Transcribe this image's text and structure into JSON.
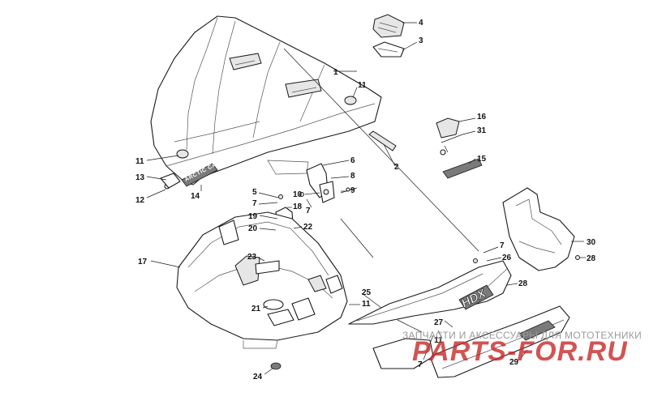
{
  "diagram": {
    "callouts": [
      {
        "id": "1",
        "label": "1"
      },
      {
        "id": "2",
        "label": "2"
      },
      {
        "id": "3",
        "label": "3"
      },
      {
        "id": "4",
        "label": "4"
      },
      {
        "id": "5",
        "label": "5"
      },
      {
        "id": "6",
        "label": "6"
      },
      {
        "id": "7a",
        "label": "7"
      },
      {
        "id": "7b",
        "label": "7"
      },
      {
        "id": "7c",
        "label": "7"
      },
      {
        "id": "7d",
        "label": "7"
      },
      {
        "id": "8",
        "label": "8"
      },
      {
        "id": "9",
        "label": "9"
      },
      {
        "id": "10",
        "label": "10"
      },
      {
        "id": "11a",
        "label": "11"
      },
      {
        "id": "11b",
        "label": "11"
      },
      {
        "id": "11c",
        "label": "11"
      },
      {
        "id": "11d",
        "label": "11"
      },
      {
        "id": "12",
        "label": "12"
      },
      {
        "id": "13",
        "label": "13"
      },
      {
        "id": "14",
        "label": "14"
      },
      {
        "id": "15",
        "label": "15"
      },
      {
        "id": "16",
        "label": "16"
      },
      {
        "id": "17",
        "label": "17"
      },
      {
        "id": "18",
        "label": "18"
      },
      {
        "id": "19",
        "label": "19"
      },
      {
        "id": "20",
        "label": "20"
      },
      {
        "id": "21",
        "label": "21"
      },
      {
        "id": "22",
        "label": "22"
      },
      {
        "id": "23",
        "label": "23"
      },
      {
        "id": "24",
        "label": "24"
      },
      {
        "id": "25",
        "label": "25"
      },
      {
        "id": "26",
        "label": "26"
      },
      {
        "id": "27",
        "label": "27"
      },
      {
        "id": "28a",
        "label": "28"
      },
      {
        "id": "28b",
        "label": "28"
      },
      {
        "id": "29",
        "label": "29"
      },
      {
        "id": "30",
        "label": "30"
      },
      {
        "id": "31",
        "label": "31"
      }
    ],
    "decals": {
      "hood_brand": "ARCTIC CAT",
      "side_model": "HDX"
    }
  },
  "watermark": {
    "tagline": "ЗАПЧАСТИ И АКСЕССУАРЫ ДЛЯ МОТОТЕХНИКИ",
    "logo": "PARTS-FOR.RU"
  }
}
